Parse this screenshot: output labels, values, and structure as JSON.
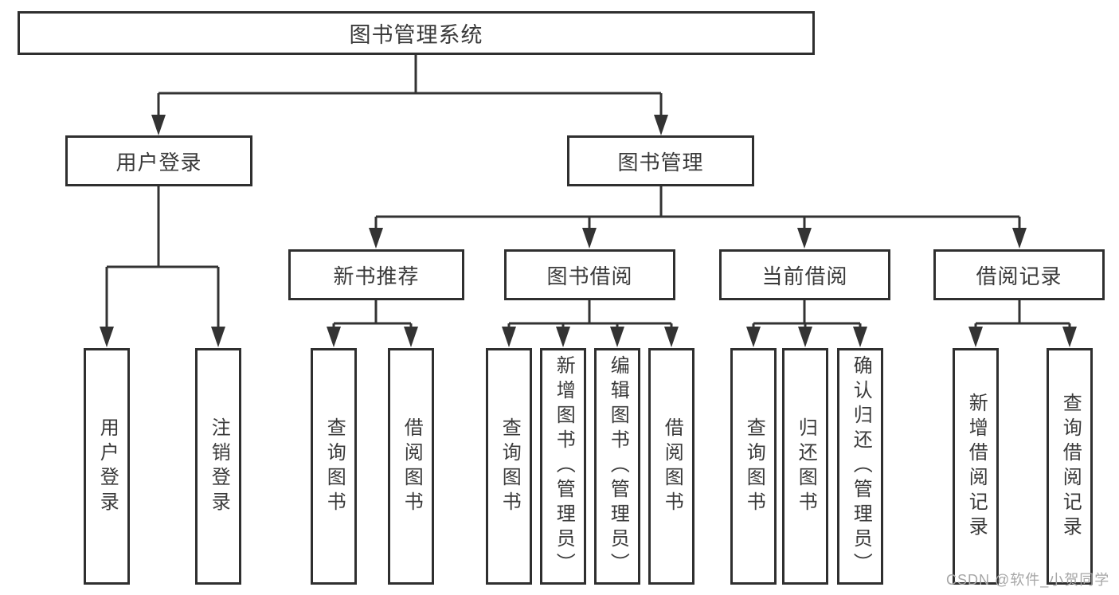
{
  "tree": {
    "label": "图书管理系统",
    "children": [
      {
        "label": "用户登录",
        "children": [
          {
            "label": "用户登录"
          },
          {
            "label": "注销登录"
          }
        ]
      },
      {
        "label": "图书管理",
        "children": [
          {
            "label": "新书推荐",
            "children": [
              {
                "label": "查询图书"
              },
              {
                "label": "借阅图书"
              }
            ]
          },
          {
            "label": "图书借阅",
            "children": [
              {
                "label": "查询图书"
              },
              {
                "label": "新增图书（管理员）"
              },
              {
                "label": "编辑图书（管理员）"
              },
              {
                "label": "借阅图书"
              }
            ]
          },
          {
            "label": "当前借阅",
            "children": [
              {
                "label": "查询图书"
              },
              {
                "label": "归还图书"
              },
              {
                "label": "确认归还（管理员）"
              }
            ]
          },
          {
            "label": "借阅记录",
            "children": [
              {
                "label": "新增借阅记录"
              },
              {
                "label": "查询借阅记录"
              }
            ]
          }
        ]
      }
    ]
  },
  "watermark": {
    "text": "CSDN @软件_小贺同学"
  },
  "colors": {
    "line": "#333333",
    "border": "#2f2f2f",
    "text": "#3a3a3a",
    "watermark": "#a6a6a6",
    "background": "#ffffff"
  }
}
